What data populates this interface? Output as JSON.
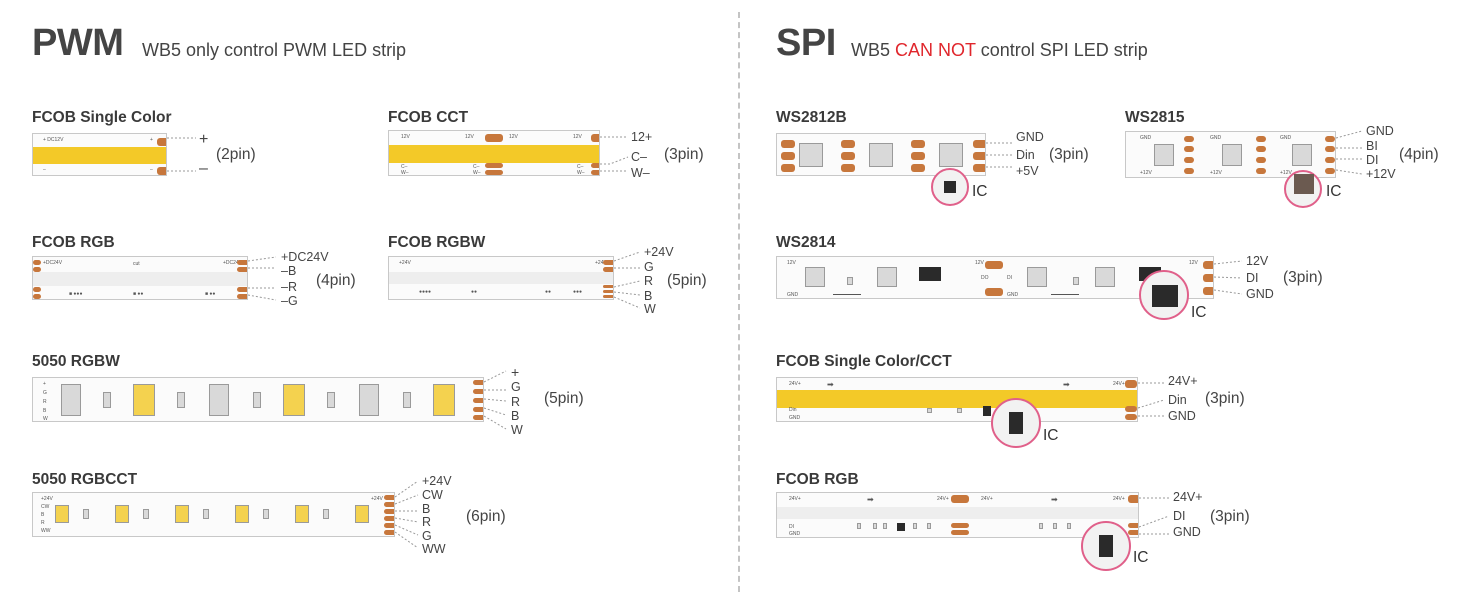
{
  "pwm": {
    "heading": "PWM",
    "subtitle": "WB5 only control PWM LED strip",
    "items": [
      {
        "title": "FCOB Single Color",
        "pins": [
          "+",
          "–"
        ],
        "pin_count": "(2pin)"
      },
      {
        "title": "FCOB CCT",
        "pins": [
          "12+",
          "C–",
          "W–"
        ],
        "pin_count": "(3pin)"
      },
      {
        "title": "FCOB RGB",
        "pins": [
          "+DC24V",
          "–B",
          "–R",
          "–G"
        ],
        "pin_count": "(4pin)"
      },
      {
        "title": "FCOB RGBW",
        "pins": [
          "+24V",
          "G",
          "R",
          "B",
          "W"
        ],
        "pin_count": "(5pin)"
      },
      {
        "title": "5050 RGBW",
        "pins": [
          "+",
          "G",
          "R",
          "B",
          "W"
        ],
        "pin_count": "(5pin)"
      },
      {
        "title": "5050 RGBCCT",
        "pins": [
          "+24V",
          "CW",
          "B",
          "R",
          "G",
          "WW"
        ],
        "pin_count": "(6pin)"
      }
    ]
  },
  "spi": {
    "heading": "SPI",
    "subtitle_pre": "WB5 ",
    "subtitle_red": "CAN NOT",
    "subtitle_post": " control SPI LED strip",
    "items": [
      {
        "title": "WS2812B",
        "pins": [
          "GND",
          "Din",
          "+5V"
        ],
        "pin_count": "(3pin)",
        "ic": "IC"
      },
      {
        "title": "WS2815",
        "pins": [
          "GND",
          "BI",
          "DI",
          "+12V"
        ],
        "pin_count": "(4pin)",
        "ic": "IC"
      },
      {
        "title": "WS2814",
        "pins": [
          "12V",
          "DI",
          "GND"
        ],
        "pin_count": "(3pin)",
        "ic": "IC"
      },
      {
        "title": "FCOB Single Color/CCT",
        "pins": [
          "24V+",
          "Din",
          "GND"
        ],
        "pin_count": "(3pin)",
        "ic": "IC"
      },
      {
        "title": "FCOB RGB",
        "pins": [
          "24V+",
          "DI",
          "GND"
        ],
        "pin_count": "(3pin)",
        "ic": "IC"
      }
    ]
  },
  "strip_text": {
    "single_plus": "+ DC12V",
    "single_minus": "–",
    "cct_12v": "12V",
    "cct_c": "C–",
    "cct_w": "W–",
    "rgb_dc24": "+DC24V",
    "rgbw_24": "+24V",
    "spi_24v": "24V+",
    "spi_din": "Din",
    "spi_gnd": "GND",
    "spi_di": "DI",
    "ws_gnd": "GND",
    "ws_12v": "+12V",
    "ws_12": "12V",
    "ws_do": "DO",
    "ws_di": "DI"
  },
  "colors": {
    "accent_red": "#e0262c",
    "pad_copper": "#c7773c",
    "led_yellow": "#f3c928",
    "ic_circle": "#e0608a"
  }
}
